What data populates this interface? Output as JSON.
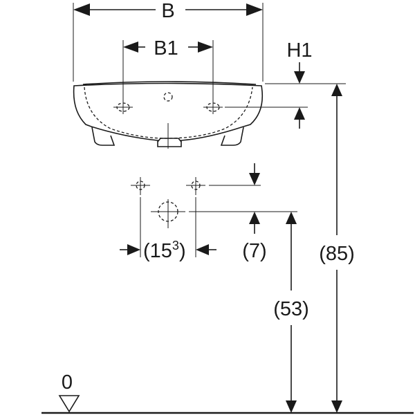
{
  "drawing": {
    "labels": {
      "width": "B",
      "tap_spacing": "B1",
      "tap_height": "H1",
      "tap_distance": "(15",
      "tap_distance_sup": "3",
      "tap_distance_close": ")",
      "offset": "(7)",
      "drain_height": "(53)",
      "rim_height": "(85)",
      "floor_level": "0"
    },
    "color": "#1a1a1a"
  }
}
